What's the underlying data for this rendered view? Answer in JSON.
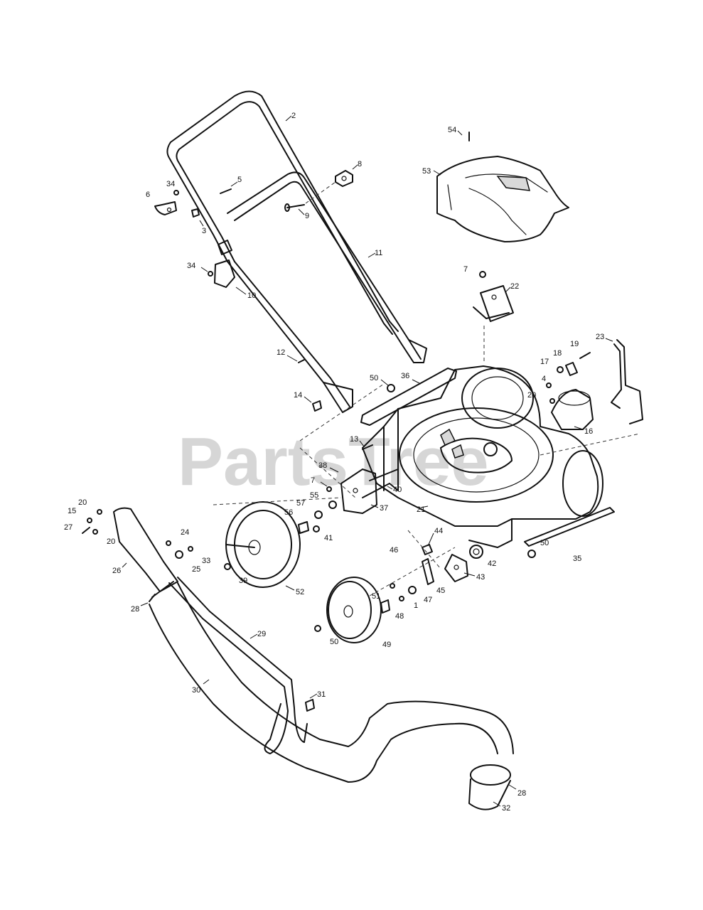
{
  "watermark": {
    "text": "PartsTree"
  },
  "callouts": {
    "c1": "1",
    "c2": "2",
    "c3": "3",
    "c4": "4",
    "c5": "5",
    "c6": "6",
    "c7a": "7",
    "c7b": "7",
    "c8": "8",
    "c9": "9",
    "c10": "10",
    "c11": "11",
    "c12": "12",
    "c13": "13",
    "c14": "14",
    "c15": "15",
    "c16": "16",
    "c17": "17",
    "c18": "18",
    "c19": "19",
    "c20a": "20",
    "c20b": "20",
    "c20c": "20",
    "c21": "21",
    "c22": "22",
    "c23": "23",
    "c24": "24",
    "c25": "25",
    "c26": "26",
    "c27": "27",
    "c28a": "28",
    "c28b": "28",
    "c29": "29",
    "c30": "30",
    "c31": "31",
    "c32": "32",
    "c33": "33",
    "c34a": "34",
    "c34b": "34",
    "c35": "35",
    "c36": "36",
    "c37": "37",
    "c38": "38",
    "c39": "39",
    "c40": "40",
    "c41": "41",
    "c42": "42",
    "c43": "43",
    "c44": "44",
    "c45": "45",
    "c46": "46",
    "c47": "47",
    "c48": "48",
    "c49": "49",
    "c50a": "50",
    "c50b": "50",
    "c50c": "50",
    "c51": "51",
    "c52": "52",
    "c53": "53",
    "c54": "54",
    "c55": "55",
    "c56": "56",
    "c57": "57"
  }
}
